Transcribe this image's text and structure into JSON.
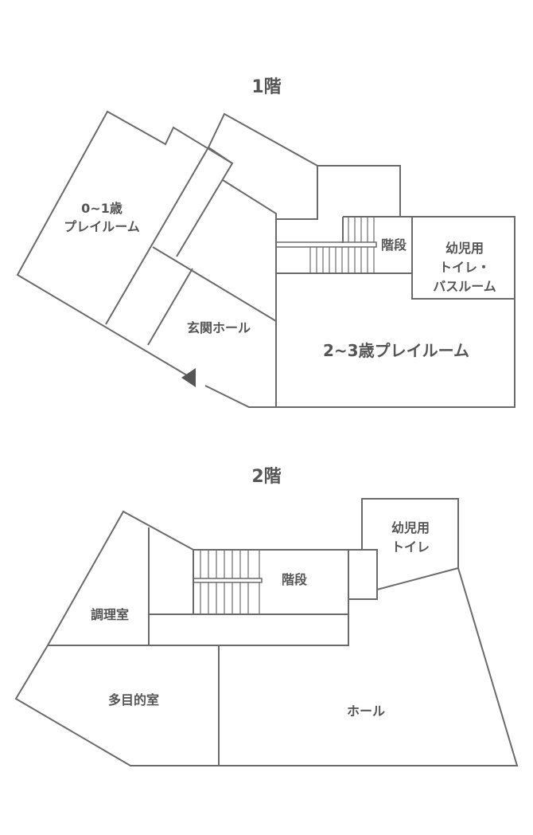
{
  "floor1": {
    "title": "1階",
    "rooms": {
      "infant01_line1": "0~1歳",
      "infant01_line2": "プレイルーム",
      "entrance": "玄関ホール",
      "stairs": "階段",
      "toilet_line1": "幼児用",
      "toilet_line2": "トイレ・",
      "toilet_line3": "バスルーム",
      "playroom23": "2~3歳プレイルーム"
    }
  },
  "floor2": {
    "title": "2階",
    "rooms": {
      "kitchen": "調理室",
      "stairs": "階段",
      "toilet_line1": "幼児用",
      "toilet_line2": "トイレ",
      "multipurpose": "多目的室",
      "hall": "ホール"
    }
  },
  "colors": {
    "line": "#6a6a6a",
    "text": "#555555"
  }
}
